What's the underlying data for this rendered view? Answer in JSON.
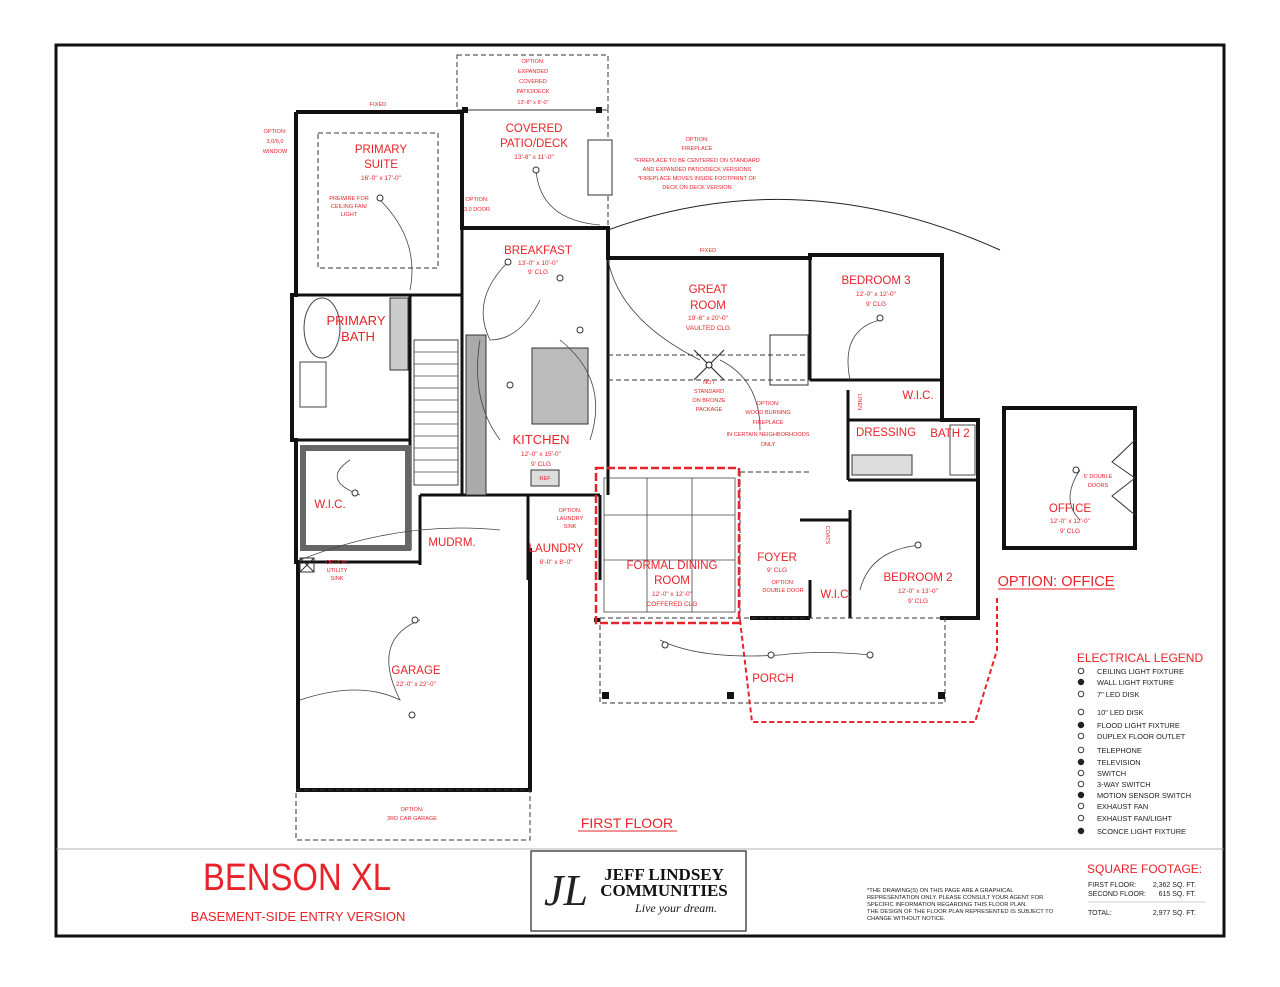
{
  "title": "BENSON XL",
  "subtitle": "BASEMENT-SIDE ENTRY VERSION",
  "floor_label": "FIRST FLOOR",
  "brand": {
    "line1": "JEFF LINDSEY",
    "line2": "COMMUNITIES",
    "tagline": "Live your dream.",
    "monogram": "JL"
  },
  "disclaimer": [
    "*THE DRAWING(S) ON THIS PAGE ARE A GRAPHICAL",
    "REPRESENTATION ONLY. PLEASE CONSULT YOUR AGENT FOR",
    "SPECIFIC INFORMATION REGARDING THIS FLOOR PLAN.",
    "THE DESIGN OF THE FLOOR PLAN REPRESENTED IS SUBJECT TO",
    "CHANGE WITHOUT NOTICE."
  ],
  "square_footage": {
    "heading": "SQUARE FOOTAGE:",
    "rows": [
      {
        "label": "FIRST FLOOR:",
        "value": "2,362 SQ. FT."
      },
      {
        "label": "SECOND FLOOR:",
        "value": "615 SQ. FT."
      },
      {
        "label": "TOTAL:",
        "value": "2,977 SQ. FT."
      }
    ]
  },
  "legend": {
    "heading": "ELECTRICAL LEGEND",
    "items": [
      {
        "icon": "ceiling-light-icon",
        "label": "CEILING LIGHT FIXTURE"
      },
      {
        "icon": "wall-light-icon",
        "label": "WALL LIGHT FIXTURE"
      },
      {
        "icon": "led-disk-7-icon",
        "label": "7\" LED DISK"
      },
      {
        "icon": "led-disk-10-icon",
        "label": "10\" LED DISK"
      },
      {
        "icon": "flood-light-icon",
        "label": "FLOOD LIGHT FIXTURE"
      },
      {
        "icon": "duplex-outlet-icon",
        "label": "DUPLEX FLOOR OUTLET"
      },
      {
        "icon": "telephone-icon",
        "label": "TELEPHONE"
      },
      {
        "icon": "television-icon",
        "label": "TELEVISION"
      },
      {
        "icon": "switch-icon",
        "label": "SWITCH"
      },
      {
        "icon": "three-way-switch-icon",
        "label": "3-WAY SWITCH"
      },
      {
        "icon": "motion-switch-icon",
        "label": "MOTION SENSOR SWITCH"
      },
      {
        "icon": "exhaust-fan-icon",
        "label": "EXHAUST FAN"
      },
      {
        "icon": "exhaust-fan-light-icon",
        "label": "EXHAUST FAN/LIGHT"
      },
      {
        "icon": "sconce-icon",
        "label": "SCONCE LIGHT FIXTURE"
      }
    ]
  },
  "rooms": {
    "primary_suite": {
      "name": [
        "PRIMARY",
        "SUITE"
      ],
      "dims": "16'-0\" x 17'-0\""
    },
    "primary_bath": {
      "name": [
        "PRIMARY",
        "BATH"
      ]
    },
    "covered_patio": {
      "name": [
        "COVERED",
        "PATIO/DECK"
      ],
      "dims": "13'-8\" x 11'-0\""
    },
    "breakfast": {
      "name": "BREAKFAST",
      "dims": "13'-0\" x 10'-0\"",
      "clg": "9' CLG"
    },
    "great_room": {
      "name": [
        "GREAT",
        "ROOM"
      ],
      "dims": "19'-6\" x 20'-0\"",
      "clg": "VAULTED CLG"
    },
    "bedroom3": {
      "name": "BEDROOM 3",
      "dims": "12'-0\" x 12'-0\"",
      "clg": "9' CLG"
    },
    "kitchen": {
      "name": "KITCHEN",
      "dims": "12'-0\" x 15'-0\"",
      "clg": "9' CLG"
    },
    "wic_primary": {
      "name": "W.I.C."
    },
    "mudrm": {
      "name": "MUDRM."
    },
    "laundry": {
      "name": "LAUNDRY",
      "dims": "6'-0\" x 8'-0\""
    },
    "formal_dining": {
      "name": [
        "FORMAL DINING",
        "ROOM"
      ],
      "dims": "12'-0\" x 12'-0\"",
      "clg": "COFFERED CLG"
    },
    "foyer": {
      "name": "FOYER",
      "clg": "9' CLG"
    },
    "dressing": {
      "name": "DRESSING"
    },
    "bath2": {
      "name": "BATH 2"
    },
    "wic_bed3": {
      "name": "W.I.C."
    },
    "wic_bed2": {
      "name": "W.I.C."
    },
    "bedroom2": {
      "name": "BEDROOM 2",
      "dims": "12'-0\" x 13'-0\"",
      "clg": "9' CLG"
    },
    "office": {
      "name": "OFFICE",
      "dims": "12'-0\" x 12'-0\"",
      "clg": "9' CLG"
    },
    "garage": {
      "name": "GARAGE",
      "dims": "22'-0\" x 22'-0\""
    },
    "porch": {
      "name": "PORCH"
    }
  },
  "notes": {
    "option_office": "OPTION: OFFICE",
    "expanded_patio": [
      "OPTION:",
      "EXPANDED",
      "COVERED",
      "PATIO/DECK",
      "13'-8\" x 8'-0\""
    ],
    "fireplace": [
      "OPTION:",
      "FIREPLACE",
      "*FIREPLACE TO BE CENTERED ON STANDARD",
      "AND EXPANDED PATIO/DECK VERSIONS",
      "*FIREPLACE MOVES INSIDE FOOTPRINT OF",
      "DECK ON DECK VERSION"
    ],
    "window_option": [
      "OPTION:",
      "3,0/6,0",
      "WINDOW"
    ],
    "door_option": [
      "OPTION:",
      "3,0 DOOR"
    ],
    "ceiling_fan": [
      "PREWIRE FOR",
      "CEILING FAN/",
      "LIGHT"
    ],
    "fixed_top": "FIXED",
    "fixed_great": "FIXED",
    "fan_note": [
      "NOT",
      "STANDARD",
      "ON BRONZE",
      "PACKAGE"
    ],
    "wood_fireplace": [
      "OPTION:",
      "WOOD BURNING",
      "FIREPLACE",
      "IN CERTAIN NEIGHBORHOODS",
      "ONLY"
    ],
    "utility_sink": [
      "OPTION:",
      "UTILITY",
      "SINK"
    ],
    "laundry_sink": [
      "OPTION:",
      "LAUNDRY",
      "SINK"
    ],
    "double_door": [
      "OPTION:",
      "DOUBLE DOOR"
    ],
    "office_doors": [
      "5' DOUBLE",
      "DOORS"
    ],
    "third_garage": [
      "OPTION:",
      "3RD CAR GARAGE"
    ],
    "ref": "REF",
    "coats": "COATS",
    "linen": "LINEN"
  }
}
